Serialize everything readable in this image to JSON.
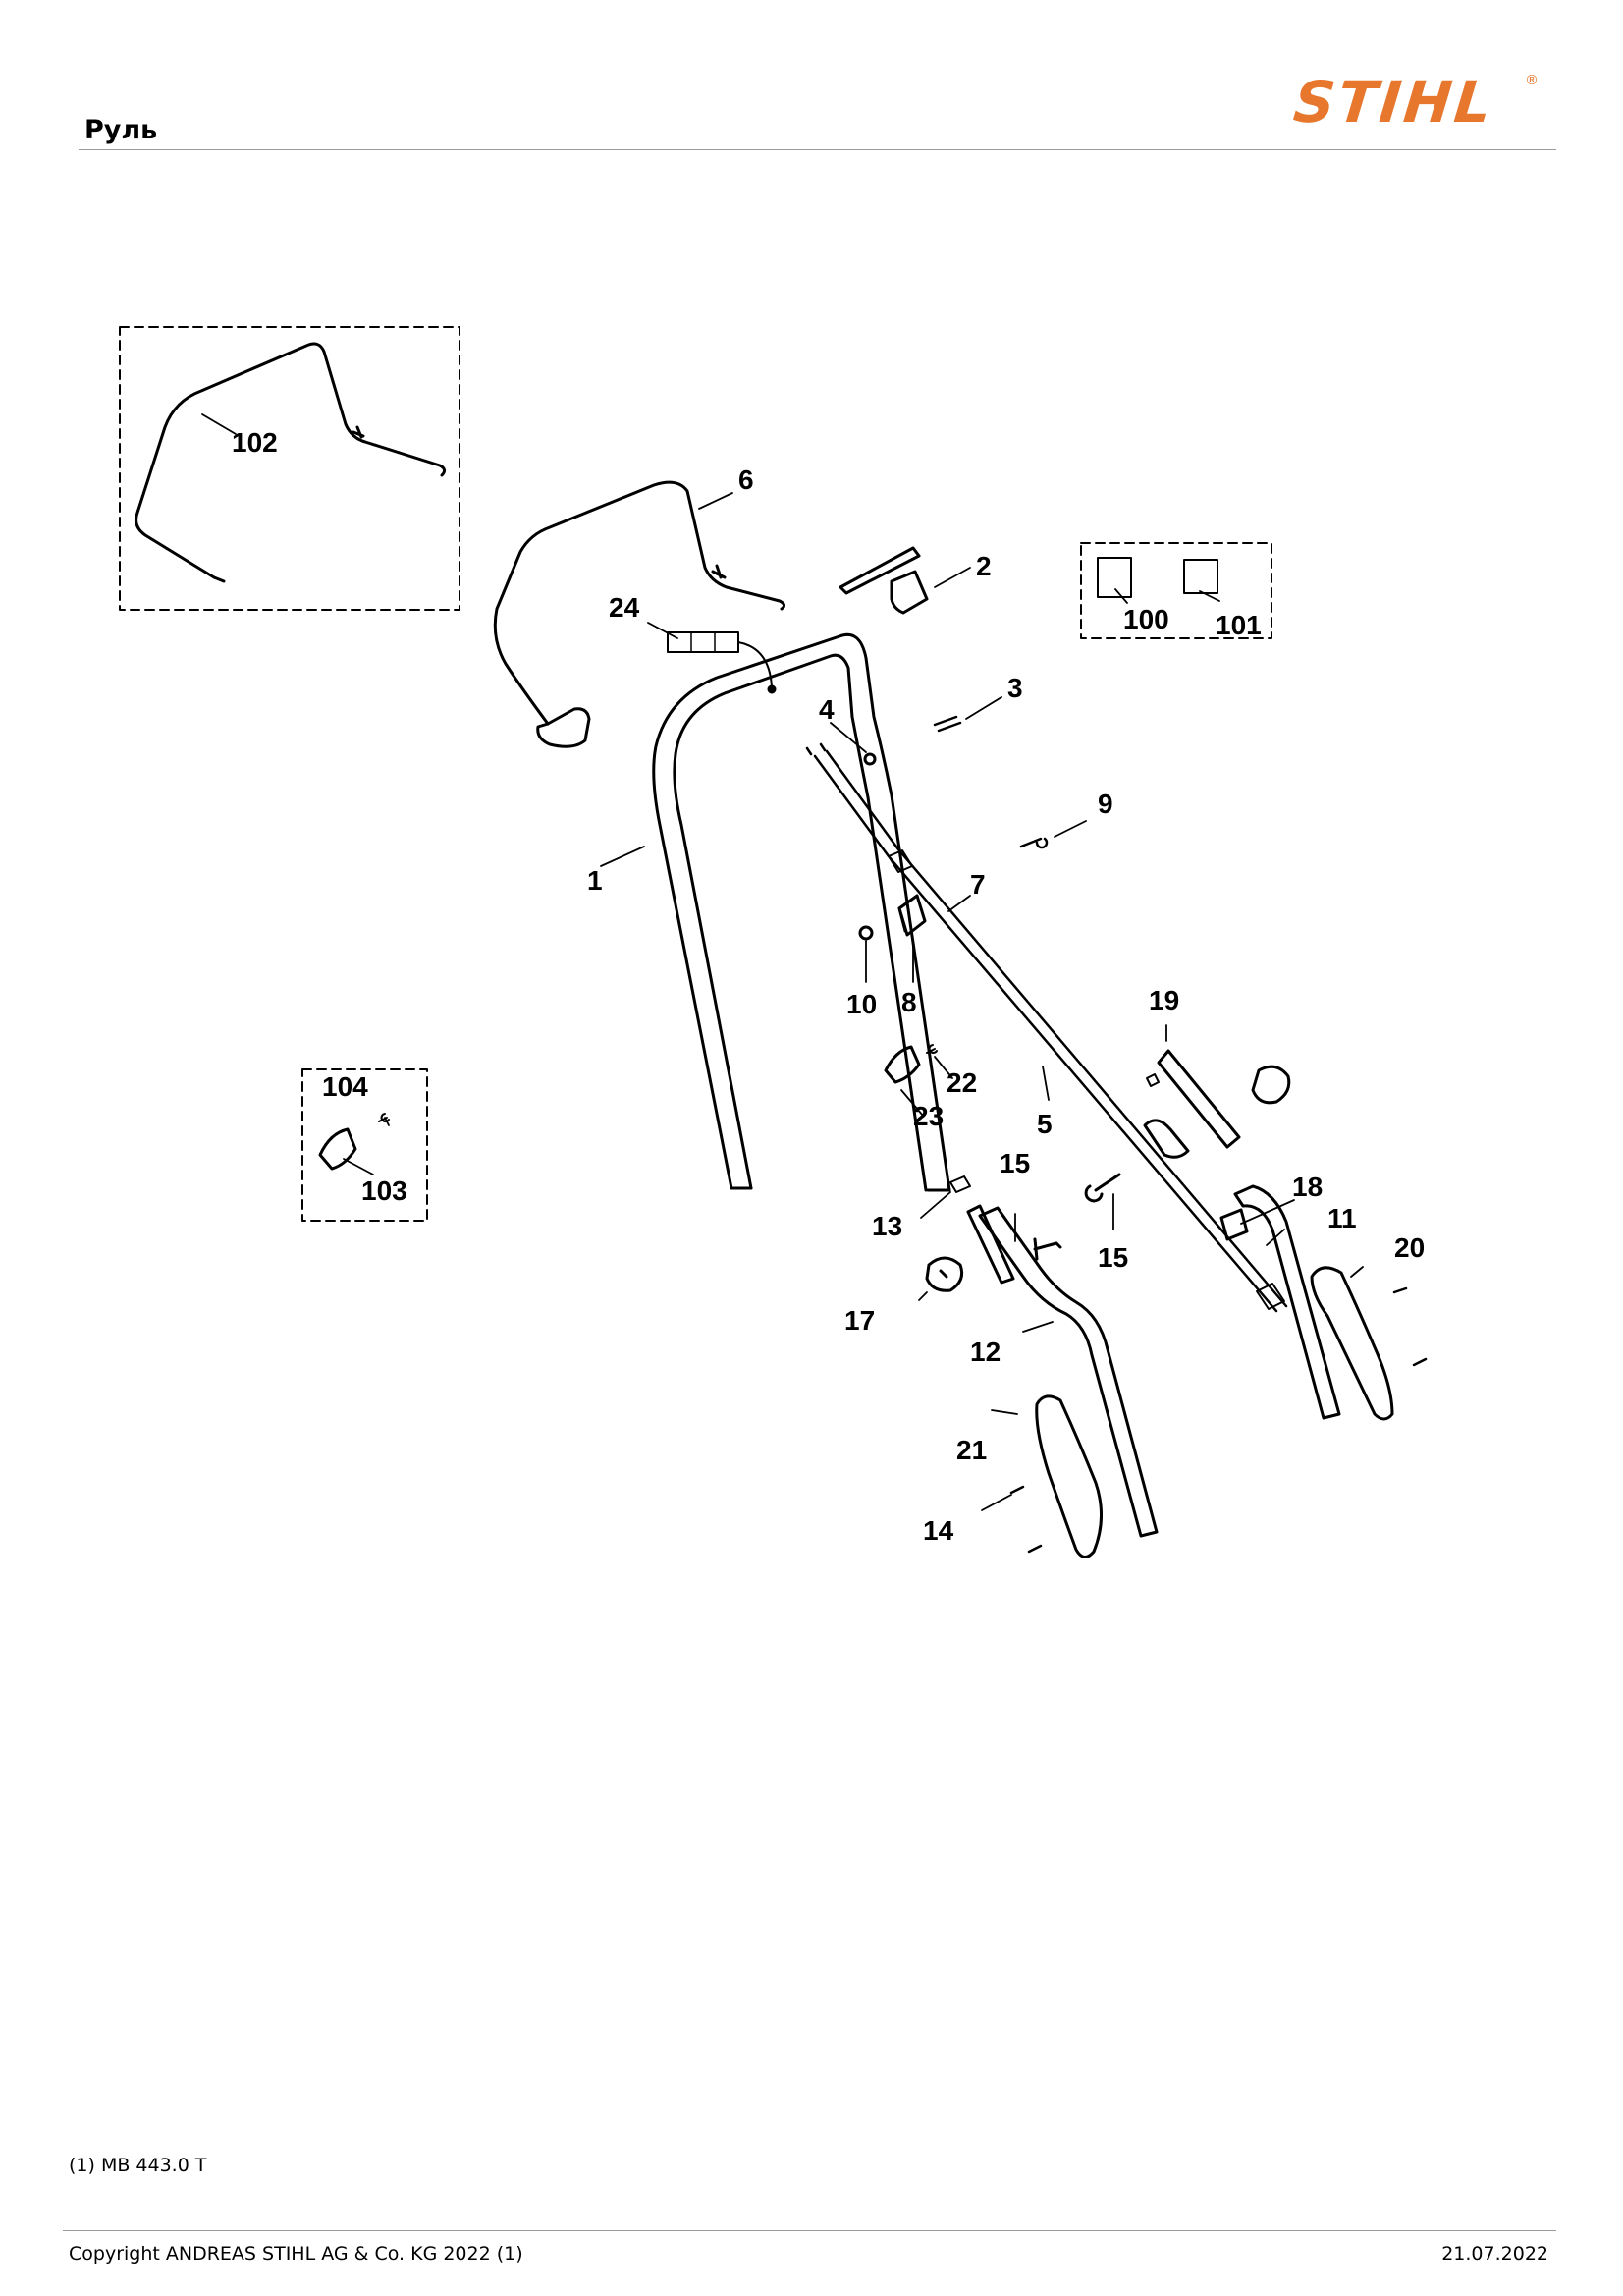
{
  "header": {
    "title": "Руль",
    "logo": {
      "text": "STIHL",
      "registered": "®",
      "color": "#e8772e"
    }
  },
  "diagram": {
    "callouts": {
      "c1": "1",
      "c2": "2",
      "c3": "3",
      "c4": "4",
      "c5": "5",
      "c6": "6",
      "c7": "7",
      "c8": "8",
      "c9": "9",
      "c10": "10",
      "c11": "11",
      "c12": "12",
      "c13": "13",
      "c14": "14",
      "c15a": "15",
      "c15b": "15",
      "c17": "17",
      "c18": "18",
      "c19": "19",
      "c20": "20",
      "c21": "21",
      "c22": "22",
      "c23": "23",
      "c24": "24",
      "c100": "100",
      "c101": "101",
      "c102": "102",
      "c103": "103",
      "c104": "104"
    }
  },
  "footer": {
    "note": "(1) MB 443.0 T",
    "copyright": "Copyright ANDREAS STIHL AG & Co. KG 2022 (1)",
    "date": "21.07.2022"
  }
}
